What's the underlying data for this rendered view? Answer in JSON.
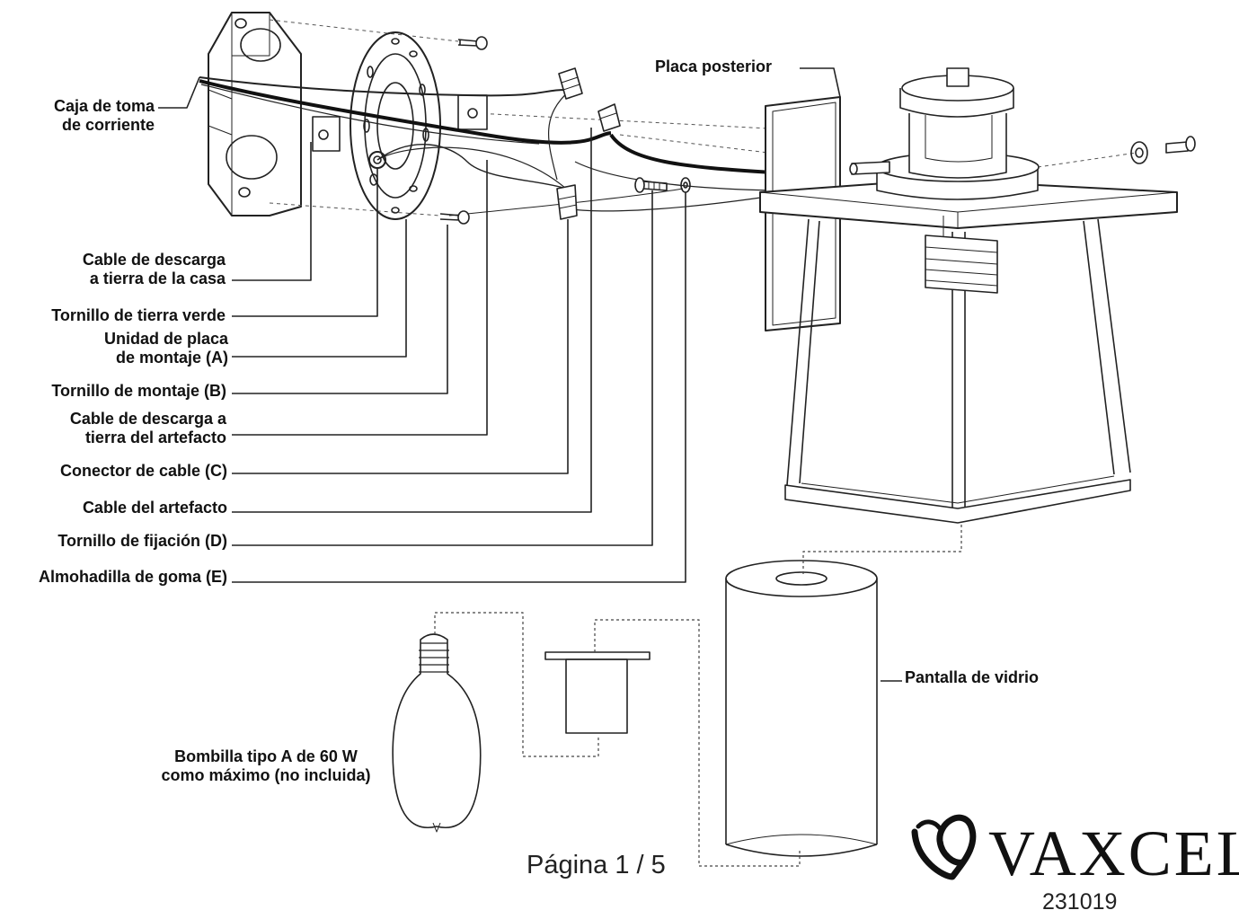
{
  "labels": {
    "outlet_box": [
      "Caja de toma",
      "de corriente"
    ],
    "back_plate": "Placa posterior",
    "house_ground_wire": [
      "Cable de descarga",
      "a tierra de la casa"
    ],
    "green_ground_screw": "Tornillo de tierra verde",
    "mounting_plate_unit": [
      "Unidad de placa",
      "de montaje (A)"
    ],
    "mounting_screw": "Tornillo de montaje (B)",
    "fixture_ground_wire": [
      "Cable de descarga a",
      "tierra del artefacto"
    ],
    "wire_connector": "Conector de cable (C)",
    "fixture_wire": "Cable del artefacto",
    "fixing_screw": "Tornillo de fijación (D)",
    "rubber_pad": "Almohadilla de goma (E)",
    "glass_shade": "Pantalla de vidrio",
    "bulb": [
      "Bombilla tipo A de 60 W",
      "como máximo (no incluida)"
    ]
  },
  "footer": {
    "page": "Página 1 / 5",
    "brand": "VAXCEL",
    "model": "231019"
  }
}
